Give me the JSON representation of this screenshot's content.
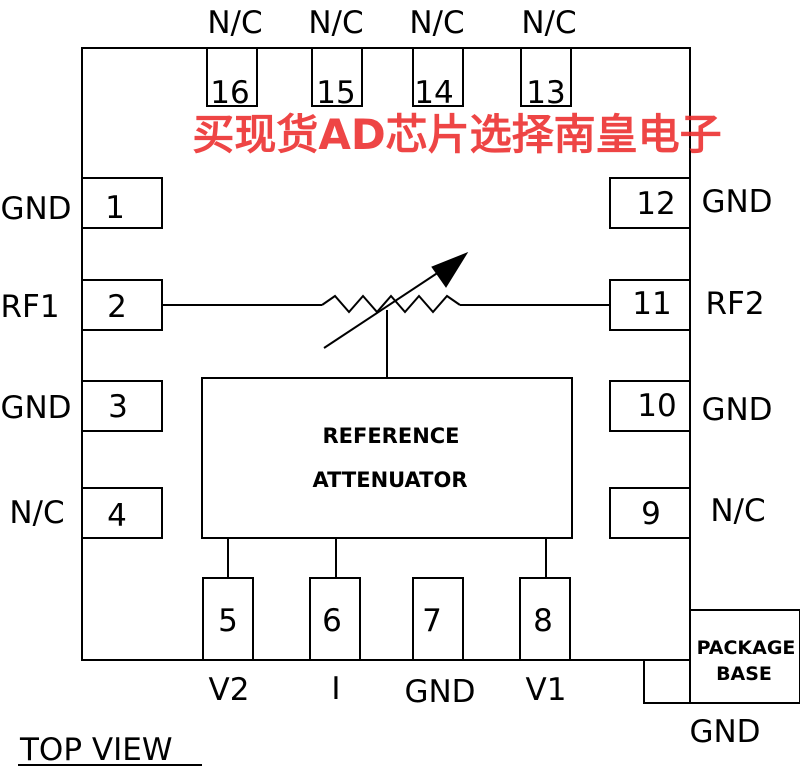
{
  "top_pins": [
    {
      "number": "16",
      "label": "N/C"
    },
    {
      "number": "15",
      "label": "N/C"
    },
    {
      "number": "14",
      "label": "N/C"
    },
    {
      "number": "13",
      "label": "N/C"
    }
  ],
  "left_pins": [
    {
      "number": "1",
      "label": "GND"
    },
    {
      "number": "2",
      "label": "RF1"
    },
    {
      "number": "3",
      "label": "GND"
    },
    {
      "number": "4",
      "label": "N/C"
    }
  ],
  "right_pins": [
    {
      "number": "12",
      "label": "GND"
    },
    {
      "number": "11",
      "label": "RF2"
    },
    {
      "number": "10",
      "label": "GND"
    },
    {
      "number": "9",
      "label": "N/C"
    }
  ],
  "bottom_pins": [
    {
      "number": "5",
      "label": "V2"
    },
    {
      "number": "6",
      "label": "I"
    },
    {
      "number": "7",
      "label": "GND"
    },
    {
      "number": "8",
      "label": "V1"
    }
  ],
  "reference_block": {
    "line1": "REFERENCE",
    "line2": "ATTENUATOR"
  },
  "package_base": {
    "line1": "PACKAGE",
    "line2": "BASE",
    "label": "GND"
  },
  "view_label": "TOP VIEW",
  "watermark": "买现货AD芯片选择南皇电子",
  "colors": {
    "line": "#000000",
    "watermark": "#ec2b2b"
  }
}
